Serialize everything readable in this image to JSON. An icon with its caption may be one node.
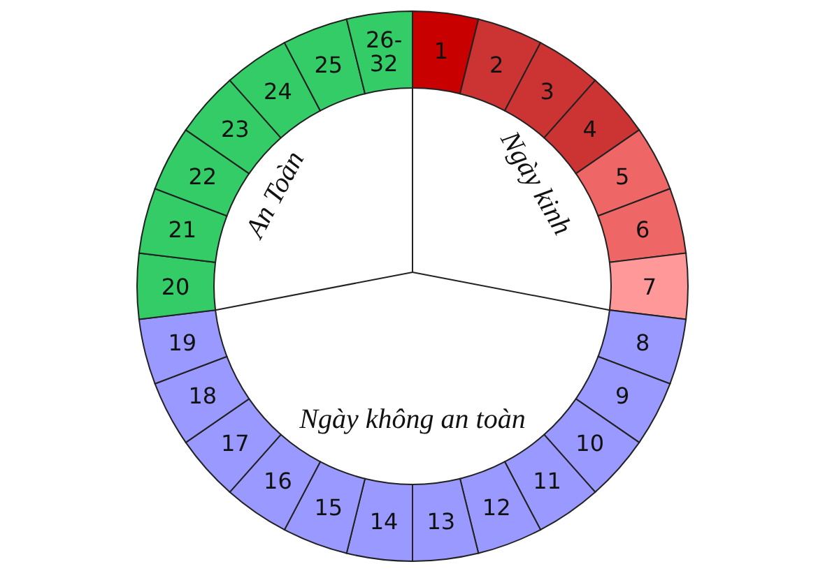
{
  "diagram": {
    "nodes": [
      {
        "text": [
          "1"
        ]
      },
      {
        "text": [
          "2"
        ]
      },
      {
        "text": [
          "3"
        ]
      },
      {
        "text": [
          "4"
        ]
      },
      {
        "text": [
          "5"
        ]
      },
      {
        "text": [
          "6"
        ]
      },
      {
        "text": [
          "7"
        ]
      },
      {
        "text": [
          "8"
        ]
      },
      {
        "text": [
          "9"
        ]
      },
      {
        "text": [
          "10"
        ]
      },
      {
        "text": [
          "11"
        ]
      },
      {
        "text": [
          "12"
        ]
      },
      {
        "text": [
          "13"
        ]
      },
      {
        "text": [
          "14"
        ]
      },
      {
        "text": [
          "15"
        ]
      },
      {
        "text": [
          "16"
        ]
      },
      {
        "text": [
          "17"
        ]
      },
      {
        "text": [
          "18"
        ]
      },
      {
        "text": [
          "19"
        ]
      },
      {
        "text": [
          "20"
        ]
      },
      {
        "text": [
          "21"
        ]
      },
      {
        "text": [
          "22"
        ]
      },
      {
        "text": [
          "23"
        ]
      },
      {
        "text": [
          "24"
        ]
      },
      {
        "text": [
          "25"
        ]
      },
      {
        "text": [
          "26-32"
        ]
      }
    ],
    "edges": [],
    "labels": [
      "Ngày kinh",
      "An Toàn",
      "Ngày không an toàn"
    ]
  }
}
